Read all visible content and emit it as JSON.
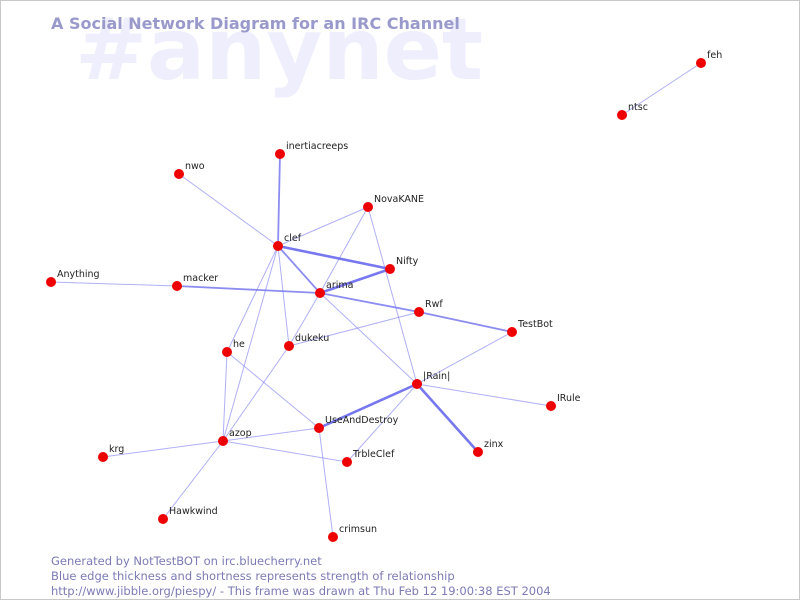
{
  "watermark": "#anynet",
  "title": "A Social Network Diagram for an IRC Channel",
  "footer": {
    "line1": "Generated by NotTestBOT on irc.bluecherry.net",
    "line2": "Blue edge thickness and shortness represents strength of relationship",
    "line3": "http://www.jibble.org/piespy/ - This frame was drawn at Thu Feb 12 19:00:38 EST 2004"
  },
  "colors": {
    "node": "#ee0000",
    "edge": "#7070ee",
    "title": "#9999cc",
    "watermark": "#eeeefc"
  },
  "nodes": [
    {
      "id": "feh",
      "label": "feh"
    },
    {
      "id": "ntsc",
      "label": "ntsc"
    },
    {
      "id": "inertiacreeps",
      "label": "inertiacreeps"
    },
    {
      "id": "nwo",
      "label": "nwo"
    },
    {
      "id": "NovaKANE",
      "label": "NovaKANE"
    },
    {
      "id": "clef",
      "label": "clef"
    },
    {
      "id": "Nifty",
      "label": "Nifty"
    },
    {
      "id": "Anything",
      "label": "Anything"
    },
    {
      "id": "macker",
      "label": "macker"
    },
    {
      "id": "arima",
      "label": "arima"
    },
    {
      "id": "Rwf",
      "label": "Rwf"
    },
    {
      "id": "TestBot",
      "label": "TestBot"
    },
    {
      "id": "dukeku",
      "label": "dukeku"
    },
    {
      "id": "he",
      "label": "he"
    },
    {
      "id": "Rain",
      "label": "|Rain|"
    },
    {
      "id": "IRule",
      "label": "IRule"
    },
    {
      "id": "UseAndDestroy",
      "label": "UseAndDestroy"
    },
    {
      "id": "zinx",
      "label": "zinx"
    },
    {
      "id": "azop",
      "label": "azop"
    },
    {
      "id": "krg",
      "label": "krg"
    },
    {
      "id": "TrbleClef",
      "label": "TrbleClef"
    },
    {
      "id": "Hawkwind",
      "label": "Hawkwind"
    },
    {
      "id": "crimsun",
      "label": "crimsun"
    }
  ],
  "edges": [
    {
      "source": "feh",
      "target": "ntsc",
      "strength": 1
    },
    {
      "source": "clef",
      "target": "inertiacreeps",
      "strength": 2
    },
    {
      "source": "clef",
      "target": "nwo",
      "strength": 1
    },
    {
      "source": "clef",
      "target": "NovaKANE",
      "strength": 1
    },
    {
      "source": "clef",
      "target": "Nifty",
      "strength": 3
    },
    {
      "source": "clef",
      "target": "arima",
      "strength": 2
    },
    {
      "source": "clef",
      "target": "dukeku",
      "strength": 1
    },
    {
      "source": "clef",
      "target": "he",
      "strength": 1
    },
    {
      "source": "clef",
      "target": "azop",
      "strength": 1
    },
    {
      "source": "NovaKANE",
      "target": "arima",
      "strength": 1
    },
    {
      "source": "NovaKANE",
      "target": "Rain",
      "strength": 1
    },
    {
      "source": "Nifty",
      "target": "arima",
      "strength": 3
    },
    {
      "source": "Anything",
      "target": "macker",
      "strength": 1
    },
    {
      "source": "macker",
      "target": "arima",
      "strength": 2
    },
    {
      "source": "arima",
      "target": "Rwf",
      "strength": 2
    },
    {
      "source": "arima",
      "target": "dukeku",
      "strength": 1
    },
    {
      "source": "arima",
      "target": "Rain",
      "strength": 1
    },
    {
      "source": "Rwf",
      "target": "TestBot",
      "strength": 2
    },
    {
      "source": "Rwf",
      "target": "dukeku",
      "strength": 1
    },
    {
      "source": "TestBot",
      "target": "Rain",
      "strength": 1
    },
    {
      "source": "dukeku",
      "target": "azop",
      "strength": 1
    },
    {
      "source": "he",
      "target": "azop",
      "strength": 1
    },
    {
      "source": "he",
      "target": "UseAndDestroy",
      "strength": 1
    },
    {
      "source": "Rain",
      "target": "IRule",
      "strength": 1
    },
    {
      "source": "Rain",
      "target": "UseAndDestroy",
      "strength": 3
    },
    {
      "source": "Rain",
      "target": "zinx",
      "strength": 3
    },
    {
      "source": "Rain",
      "target": "TrbleClef",
      "strength": 1
    },
    {
      "source": "UseAndDestroy",
      "target": "azop",
      "strength": 1
    },
    {
      "source": "UseAndDestroy",
      "target": "crimsun",
      "strength": 1
    },
    {
      "source": "azop",
      "target": "krg",
      "strength": 1
    },
    {
      "source": "azop",
      "target": "TrbleClef",
      "strength": 1
    },
    {
      "source": "azop",
      "target": "Hawkwind",
      "strength": 1
    }
  ]
}
